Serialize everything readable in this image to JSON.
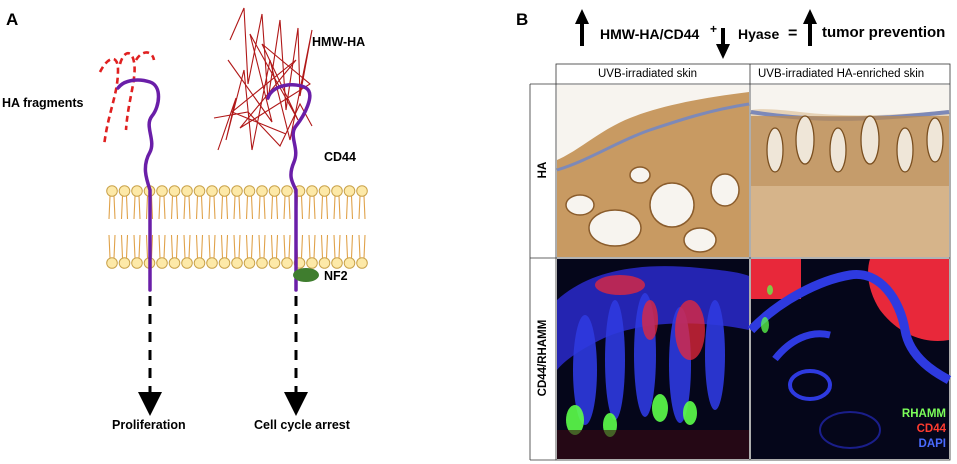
{
  "panel_a": {
    "letter": "A",
    "labels": {
      "ha_fragments": "HA fragments",
      "hmw_ha": "HMW-HA",
      "cd44": "CD44",
      "nf2": "NF2",
      "proliferation": "Proliferation",
      "cell_cycle_arrest": "Cell cycle arrest"
    },
    "colors": {
      "ha_fragment": "#e02020",
      "hmw_ha": "#b01818",
      "cd44": "#6a1ea8",
      "lipid_head_fill": "#fde9a8",
      "lipid_head_stroke": "#c9a24a",
      "lipid_tail": "#e0a24a",
      "nf2": "#3f7d2e"
    }
  },
  "panel_b": {
    "letter": "B",
    "header": {
      "term1": "HMW-HA/CD44",
      "plus": "+",
      "term2": "Hyase",
      "equals": "=",
      "result": "tumor prevention",
      "icons": [
        "up-arrow-icon",
        "down-arrow-icon",
        "up-arrow-icon"
      ]
    },
    "columns": [
      "UVB-irradiated skin",
      "UVB-irradiated HA-enriched skin"
    ],
    "rows": [
      "HA",
      "CD44/RHAMM"
    ],
    "legend": [
      {
        "label": "RHAMM",
        "color": "#7cff5a"
      },
      {
        "label": "CD44",
        "color": "#ff3b2f"
      },
      {
        "label": "DAPI",
        "color": "#4a6bff"
      }
    ]
  }
}
